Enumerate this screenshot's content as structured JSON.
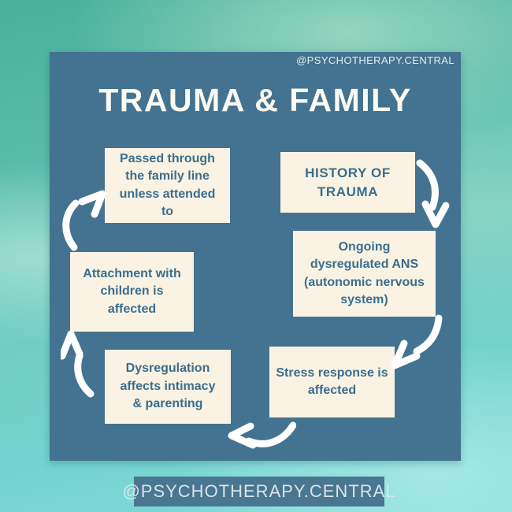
{
  "colors": {
    "page-bg-top": "#4BB19B",
    "page-bg-mid": "#6FCDC2",
    "page-bg-bottom": "#86DDDB",
    "panel-bg": "#437390",
    "box-bg": "#FAF3E3",
    "box-text": "#3A6E8F",
    "title-text": "#FBFAF3",
    "handle-text": "#E6EDF1",
    "banner-bg": "#497691",
    "banner-text": "#D9E4EA",
    "arrow": "#FFFFFF"
  },
  "header": {
    "handle": "@PSYCHOTHERAPY.CENTRAL",
    "title": "TRAUMA & FAMILY"
  },
  "diagram": {
    "boxes": [
      {
        "id": "history-of-trauma",
        "text": "HISTORY OF\nTRAUMA",
        "emphasis": true
      },
      {
        "id": "ongoing-dysregulated-ans",
        "text": "Ongoing\ndysregulated ANS\n(autonomic nervous\nsystem)"
      },
      {
        "id": "stress-response",
        "text": "Stress response is\naffected"
      },
      {
        "id": "dysregulation-intimacy",
        "text": "Dysregulation\naffects intimacy\n& parenting"
      },
      {
        "id": "attachment-children",
        "text": "Attachment with\nchildren is\naffected"
      },
      {
        "id": "passed-through-family",
        "text": "Passed through\nthe family line\nunless attended\nto"
      }
    ],
    "flow": [
      "history-of-trauma",
      "ongoing-dysregulated-ans",
      "stress-response",
      "dysregulation-intimacy",
      "attachment-children",
      "passed-through-family"
    ],
    "icons": [
      "curved-arrow-down-icon",
      "curved-arrow-down-left-icon",
      "curved-arrow-left-icon",
      "curved-arrow-up-icon",
      "curved-arrow-up-right-icon"
    ]
  },
  "footer": {
    "handle": "@PSYCHOTHERAPY.CENTRAL"
  }
}
